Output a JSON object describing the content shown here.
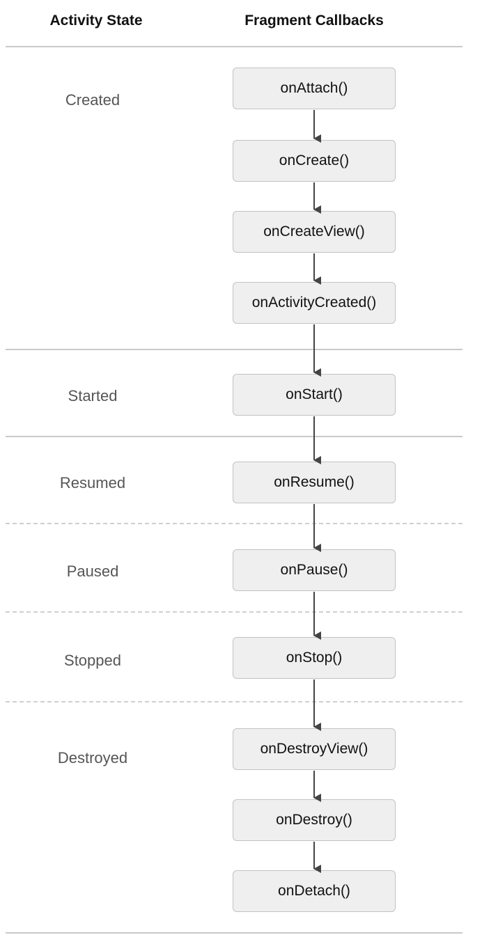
{
  "headers": {
    "activity_state": "Activity State",
    "fragment_callbacks": "Fragment Callbacks"
  },
  "states": [
    "Created",
    "Started",
    "Resumed",
    "Paused",
    "Stopped",
    "Destroyed"
  ],
  "callbacks": [
    "onAttach()",
    "onCreate()",
    "onCreateView()",
    "onActivityCreated()",
    "onStart()",
    "onResume()",
    "onPause()",
    "onStop()",
    "onDestroyView()",
    "onDestroy()",
    "onDetach()"
  ],
  "colors": {
    "box_fill": "#efefef",
    "box_border": "#c2c2c2",
    "arrow": "#444444",
    "divider": "#c9c9c9",
    "state_text": "#555555"
  }
}
